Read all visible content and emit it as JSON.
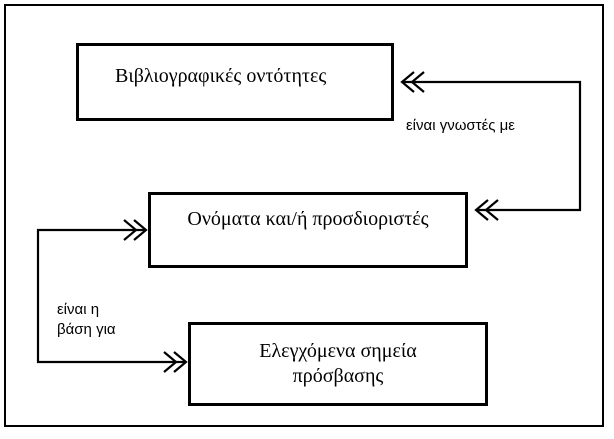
{
  "diagram": {
    "nodes": [
      {
        "id": "n1",
        "label": "Βιβλιογραφικές οντότητες"
      },
      {
        "id": "n2",
        "label": "Ονόματα και/ή προσδιοριστές"
      },
      {
        "id": "n3",
        "label_line1": "Ελεγχόμενα σημεία",
        "label_line2": "πρόσβασης"
      }
    ],
    "edges": [
      {
        "from": "n2",
        "to": "n1",
        "label": "είναι γνωστές με",
        "arrowheads": "double"
      },
      {
        "from": "n2",
        "to": "n3",
        "label_line1": "είναι η",
        "label_line2": "βάση για",
        "arrowheads": "double"
      }
    ]
  }
}
